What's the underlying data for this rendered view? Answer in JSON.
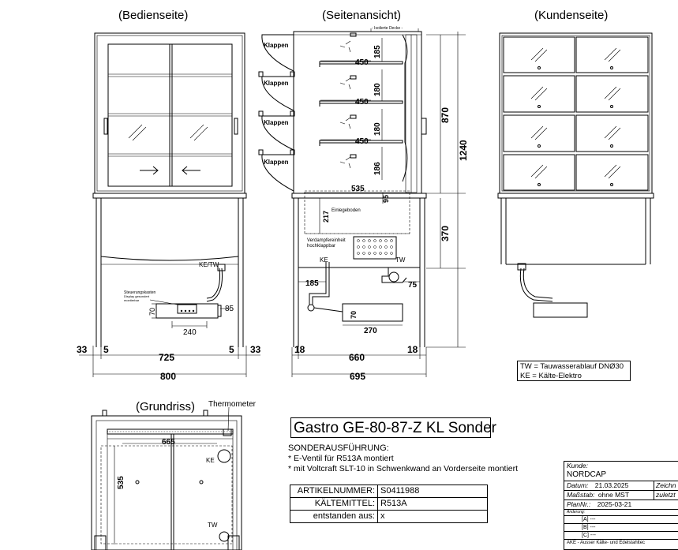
{
  "views": {
    "operator_side": "(Bedienseite)",
    "side_view": "(Seitenansicht)",
    "customer_side": "(Kundenseite)",
    "floor_plan": "(Grundriss)"
  },
  "side_view_labels": {
    "insulated_cover": "- Isolierte Decke -",
    "flap": "Klappen",
    "shelf_bottom": "Einlegeboden",
    "evaporator": "Verdampfereinheit",
    "evaporator_line2": "hochklappbar",
    "ke": "KE",
    "tw": "TW"
  },
  "operator_labels": {
    "ke_tw": "KE/TW",
    "control_box": "Steuerungskasten",
    "control_box_sub1": "Display gesondert",
    "control_box_sub2": "montierbar"
  },
  "floor_labels": {
    "thermometer": "Thermometer",
    "ke": "KE",
    "tw": "TW"
  },
  "dims": {
    "shelf_spacing": [
      "185",
      "180",
      "180",
      "186"
    ],
    "shelf_depth": "450",
    "side_h1": "870",
    "side_h_total": "1240",
    "side_h2": "370",
    "inner_depth": "535",
    "inner_h": "217",
    "evap_h": "95",
    "left_offset": "185",
    "right_offset": "75",
    "box_h": "70",
    "box_w_side": "270",
    "box_w_front": "240",
    "box_offset_front": "85",
    "front_edge_l": "33",
    "front_inner_l": "5",
    "front_inner_w": "725",
    "front_inner_r": "5",
    "front_edge_r": "33",
    "front_total": "800",
    "side_edge_l": "18",
    "side_inner": "660",
    "side_edge_r": "18",
    "side_total": "695",
    "floor_w": "665",
    "floor_d": "535"
  },
  "legend": {
    "tw": "TW = Tauwasserablauf DNØ30",
    "ke": "KE = Kälte-Elektro"
  },
  "product_title": "Gastro GE-80-87-Z KL Sonder",
  "special": {
    "heading": "SONDERAUSFÜHRUNG:",
    "line1": "* E-Ventil für R513A montiert",
    "line2": "* mit Voltcraft SLT-10 in Schwenkwand an Vorderseite montiert"
  },
  "article": [
    {
      "k": "ARTIKELNUMMER:",
      "v": "S0411988"
    },
    {
      "k": "KÄLTEMITTEL:",
      "v": "R513A"
    },
    {
      "k": "entstanden aus:",
      "v": "x"
    }
  ],
  "titleblock": {
    "customer_label": "Kunde:",
    "customer": "NORDCAP",
    "date_label": "Datum:",
    "date": "21.03.2025",
    "drawn_label": "Zeichn",
    "scale_label": "Maßstab:",
    "scale": "ohne MST",
    "last_label": "zuletzt",
    "plan_label": "PlanNr.:",
    "plan": "2025-03-21",
    "change_label": "Änderung:",
    "rev_a": "[A]",
    "rev_b": "[B]",
    "rev_c": "[C]",
    "rev_val": "---",
    "footer": "AKE - Ausser Kälte- und Edelstahltec"
  }
}
